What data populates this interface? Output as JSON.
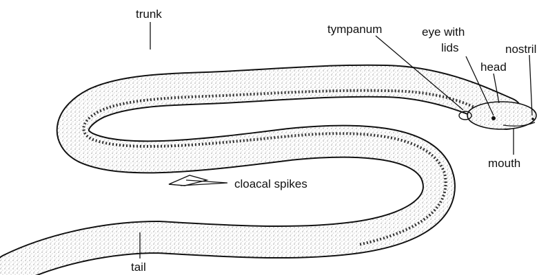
{
  "labels": {
    "trunk": "trunk",
    "tympanum": "tympanum",
    "eye_line1": "eye  with",
    "eye_line2": "lids",
    "nostril": "nostril",
    "head": "head",
    "mouth": "mouth",
    "cloacal_spikes": "cloacal  spikes",
    "tail": "tail"
  }
}
